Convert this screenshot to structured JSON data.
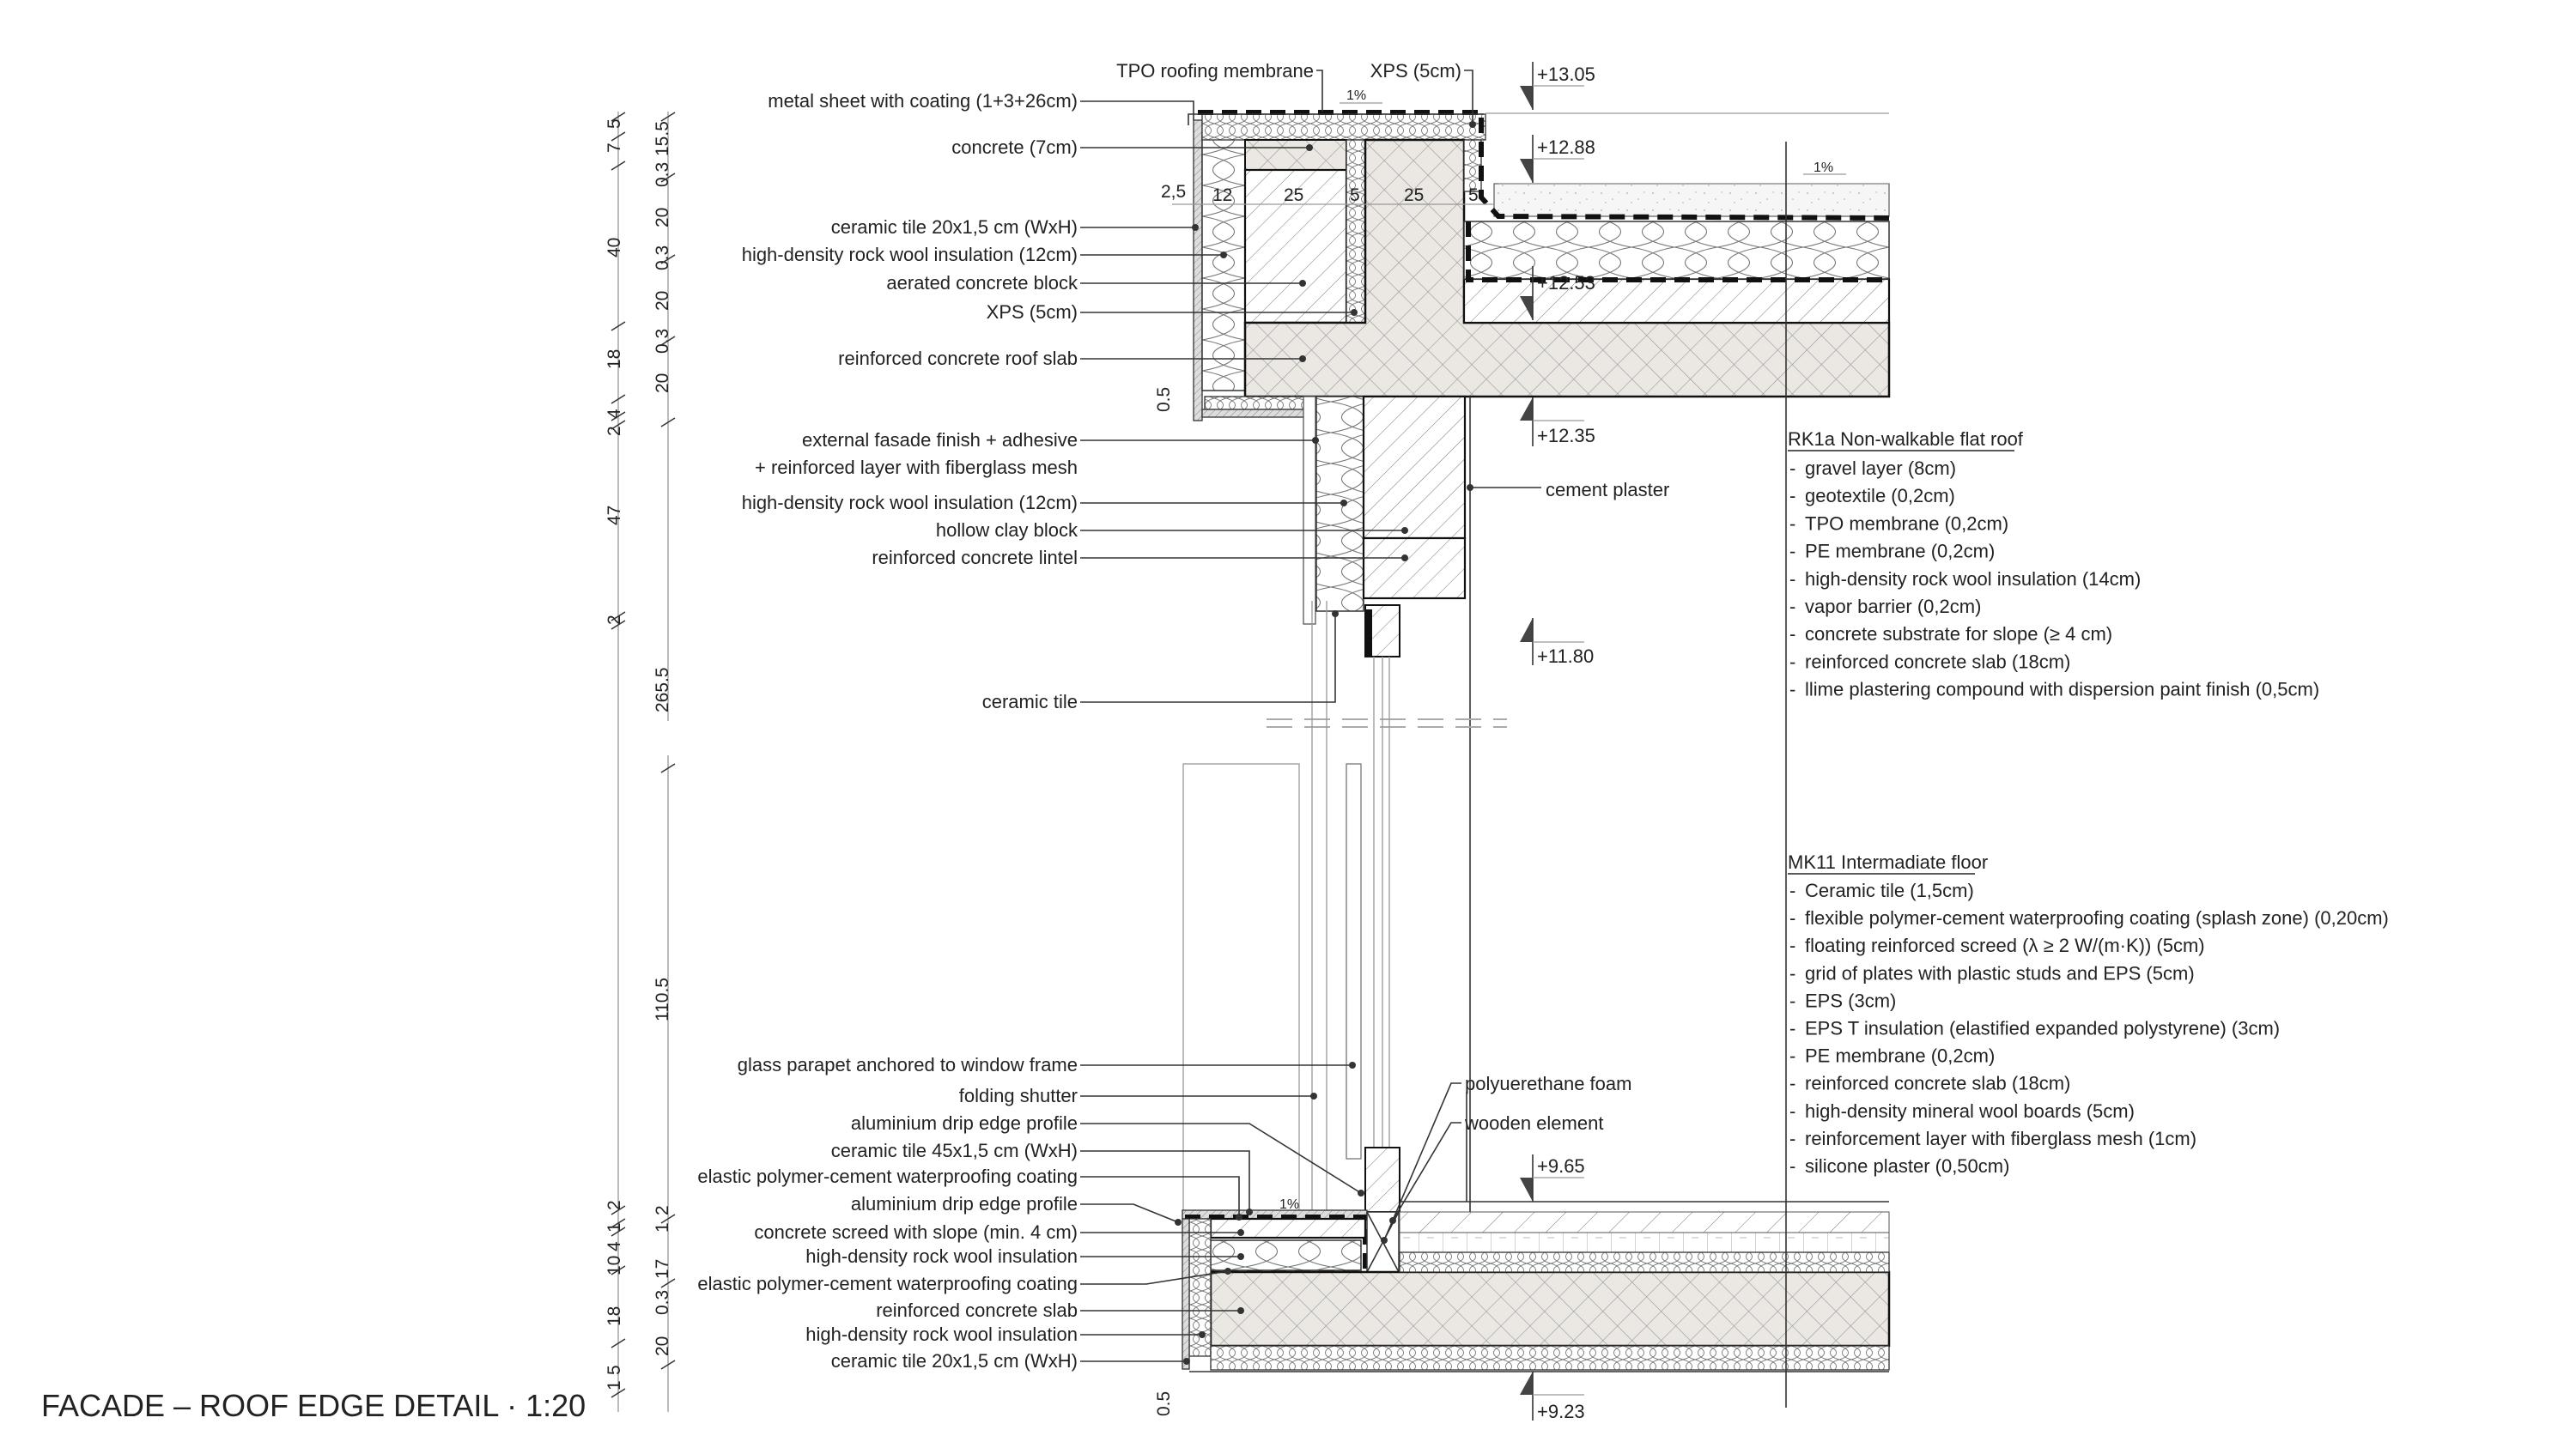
{
  "title": "FACADE – ROOF EDGE DETAIL · 1:20",
  "colors": {
    "ink": "#222222",
    "concrete_fill": "#ebe8e3",
    "background": "#ffffff"
  },
  "top_labels": {
    "tpo": "TPO roofing membrane",
    "xps_top": "XPS (5cm)",
    "slope_parapet": "1%",
    "slope_roof": "1%"
  },
  "left_labels_upper": [
    "metal sheet with coating (1+3+26cm)",
    "concrete (7cm)",
    "ceramic tile 20x1,5 cm (WxH)",
    "high-density rock wool insulation (12cm)",
    "aerated concrete block",
    "XPS (5cm)",
    "reinforced concrete roof slab"
  ],
  "left_labels_middle": [
    "external fasade finish + adhesive",
    "+ reinforced layer with fiberglass mesh",
    "high-density rock wool insulation (12cm)",
    "hollow clay block",
    "reinforced concrete lintel",
    "ceramic tile"
  ],
  "left_labels_lower": [
    "glass parapet anchored to window frame",
    "folding shutter",
    "aluminium drip edge profile",
    "ceramic tile 45x1,5 cm (WxH)",
    "elastic polymer-cement waterproofing coating",
    "aluminium drip edge profile",
    "concrete screed with slope (min. 4 cm)",
    "high-density rock wool insulation",
    "elastic polymer-cement waterproofing coating",
    "reinforced concrete slab",
    "high-density rock wool insulation",
    "ceramic tile 20x1,5 cm (WxH)"
  ],
  "right_labels": {
    "cement_plaster": "cement plaster",
    "pu_foam": "polyuerethane foam",
    "wooden": "wooden element"
  },
  "wall_dims": [
    "2,5",
    "12",
    "25",
    "5",
    "25",
    "5"
  ],
  "dims_outer": [
    "5",
    "7",
    "40",
    "18",
    "4",
    "2",
    "47",
    "2",
    "1",
    "4",
    "10",
    "18",
    "5",
    "1",
    "2"
  ],
  "dims_inner": [
    "15.5",
    "0.3",
    "20",
    "0.3",
    "20",
    "0.3",
    "20",
    "265.5",
    "110.5",
    "2",
    "1",
    "17",
    "0.3",
    "20",
    "0.5",
    "0.5"
  ],
  "levels": [
    "+13.05",
    "+12.88",
    "+12.53",
    "+12.35",
    "+11.80",
    "+9.65",
    "+9.23"
  ],
  "legend_roof": {
    "title": "RK1a  Non-walkable flat roof",
    "items": [
      "gravel layer (8cm)",
      "geotextile (0,2cm)",
      "TPO membrane (0,2cm)",
      "PE membrane (0,2cm)",
      "high-density rock wool insulation (14cm)",
      "vapor barrier (0,2cm)",
      "concrete substrate for slope (≥ 4 cm)",
      "reinforced concrete slab (18cm)",
      "llime plastering compound with dispersion paint finish (0,5cm)"
    ]
  },
  "legend_floor": {
    "title": "MK11  Intermadiate floor",
    "items": [
      "Ceramic tile (1,5cm)",
      "flexible polymer-cement waterproofing coating (splash zone) (0,20cm)",
      "floating reinforced screed (λ ≥ 2 W/(m·K)) (5cm)",
      "grid of plates with plastic studs and EPS (5cm)",
      "EPS (3cm)",
      "EPS T insulation (elastified expanded polystyrene) (3cm)",
      "PE membrane (0,2cm)",
      "reinforced concrete slab (18cm)",
      "high-density mineral wool boards (5cm)",
      "reinforcement layer with fiberglass mesh (1cm)",
      "silicone plaster (0,50cm)"
    ]
  },
  "legend_bullet": "-"
}
